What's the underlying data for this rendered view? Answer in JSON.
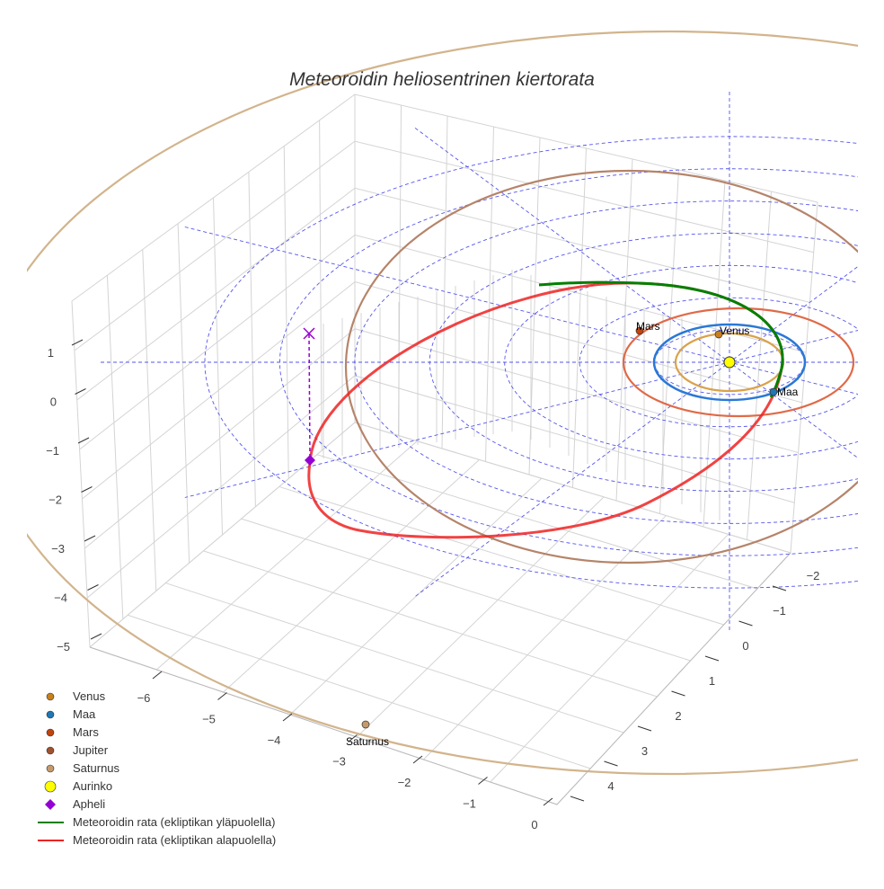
{
  "chart_data": {
    "type": "scatter3d",
    "title": "Meteoroidin heliosentrinen kiertorata",
    "x_ticks": [
      "−6",
      "−5",
      "−4",
      "−3",
      "−2",
      "−1",
      "0"
    ],
    "y_ticks": [
      "−2",
      "−1",
      "0",
      "1",
      "2",
      "3",
      "4"
    ],
    "z_ticks": [
      "1",
      "0",
      "−1",
      "−2",
      "−3",
      "−4",
      "−5"
    ],
    "grid": true,
    "legend_position": "bottom-left",
    "legend": [
      {
        "name": "Venus",
        "symbol": "circle",
        "color": "#c8801e"
      },
      {
        "name": "Maa",
        "symbol": "circle",
        "color": "#1f77b4"
      },
      {
        "name": "Mars",
        "symbol": "circle",
        "color": "#c1440e"
      },
      {
        "name": "Jupiter",
        "symbol": "circle",
        "color": "#a0522d"
      },
      {
        "name": "Saturnus",
        "symbol": "circle",
        "color": "#c49a6c"
      },
      {
        "name": "Aurinko",
        "symbol": "circle-large",
        "color": "#ffff00"
      },
      {
        "name": "Apheli",
        "symbol": "diamond",
        "color": "#9400d3"
      },
      {
        "name": "Meteoroidin rata (ekliptikan yläpuolella)",
        "symbol": "line",
        "color": "#008000"
      },
      {
        "name": "Meteoroidin rata (ekliptikan alapuolella)",
        "symbol": "line",
        "color": "#ee2222"
      }
    ],
    "point_labels": {
      "mars": "Mars",
      "venus": "Venus",
      "maa": "Maa",
      "saturnus": "Saturnus"
    },
    "orbit_colors": {
      "venus": "#d9a24a",
      "maa": "#2a78d6",
      "mars": "#e06a48",
      "jupiter": "#b5846a",
      "saturnus": "#d2b48c",
      "grid": "#5555ee"
    }
  }
}
